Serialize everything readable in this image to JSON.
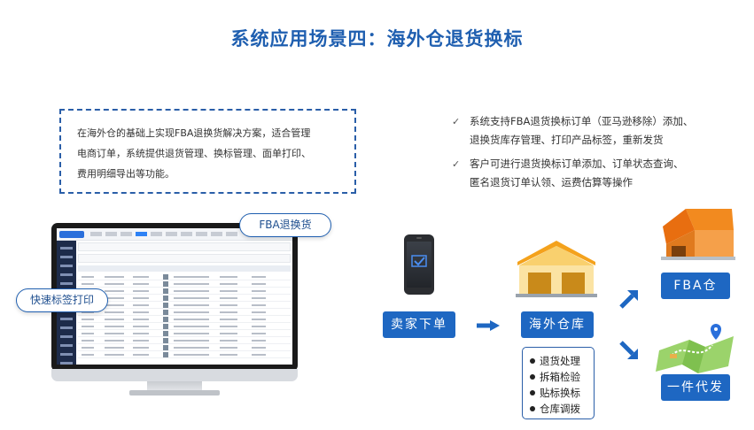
{
  "title": "系统应用场景四：海外仓退货换标",
  "intro": {
    "line1": "在海外仓的基础上实现FBA退换货解决方案，适合管理",
    "line2": "电商订单，系统提供退货管理、换标管理、面单打印、",
    "line3": "费用明细导出等功能。"
  },
  "features": [
    {
      "line1": "系统支持FBA退货换标订单（亚马逊移除）添加、",
      "line2": "退换货库存管理、打印产品标签，重新发货"
    },
    {
      "line1": "客户可进行退货换标订单添加、订单状态查询、",
      "line2": "匿名退货订单认领、运费估算等操作"
    }
  ],
  "check_symbol": "✓",
  "pills": {
    "fba_return": "FBA退换货",
    "quick_print": "快速标签打印"
  },
  "flow": {
    "seller": "卖家下单",
    "warehouse": "海外仓库",
    "fba": "FBA仓",
    "dropship": "一件代发",
    "services": [
      "退货处理",
      "拆箱检验",
      "贴标换标",
      "仓库调拨"
    ]
  },
  "colors": {
    "primary": "#1e67c2",
    "title": "#1f5fb0",
    "roof": "#f5a623"
  },
  "icons": [
    "phone-icon",
    "warehouse-icon",
    "fba-warehouse-icon",
    "map-icon",
    "arrow-right-icon",
    "arrow-up-right-icon",
    "arrow-down-right-icon",
    "check-icon"
  ]
}
